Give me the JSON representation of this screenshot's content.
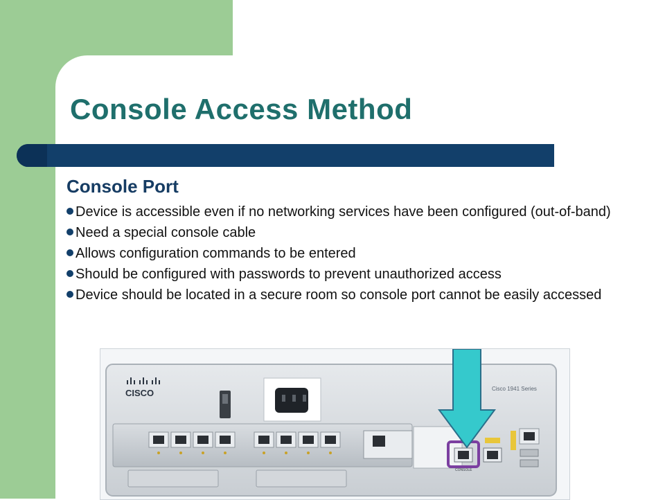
{
  "slide": {
    "title": "Console Access Method",
    "subtitle": "Console Port",
    "bullets": [
      "Device is accessible even if no networking services have been configured (out-of-band)",
      "Need a special console cable",
      "Allows configuration commands to be entered",
      "Should be configured with passwords to prevent unauthorized access",
      "Device should be located in a secure room so console port cannot be easily accessed"
    ],
    "colors": {
      "green_band": "#9ccc95",
      "title": "#1f6f6c",
      "bar": "#123f6a",
      "arrow": "#35c9cc",
      "highlight": "#7b3fa0"
    }
  },
  "photo": {
    "brand": "CISCO",
    "model": "Cisco 1941 Series",
    "console_label": "CONSOLE"
  }
}
